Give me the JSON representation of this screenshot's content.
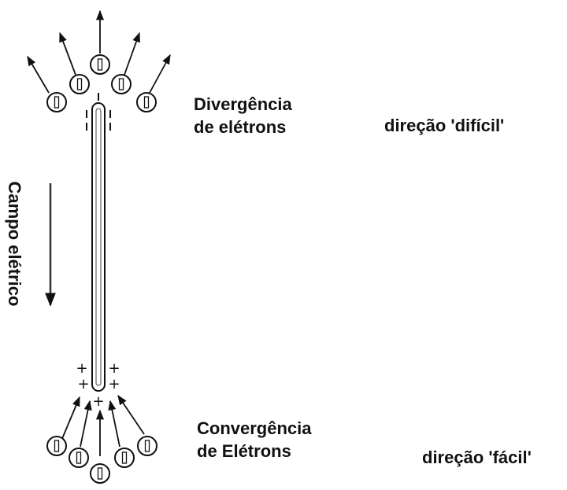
{
  "labels": {
    "divergence": [
      "Divergência",
      "de elétrons"
    ],
    "convergence": [
      "Convergência",
      "de Elétrons"
    ],
    "hard_direction": "direção 'difícil'",
    "easy_direction": "direção 'fácil'",
    "field": "Campo elétrico"
  },
  "symbols": {
    "plus": "+",
    "minus": "−"
  },
  "icons": {
    "electron": "electron-icon",
    "arrow": "arrow-icon"
  },
  "colors": {
    "ink": "#111111",
    "background": "#ffffff"
  }
}
